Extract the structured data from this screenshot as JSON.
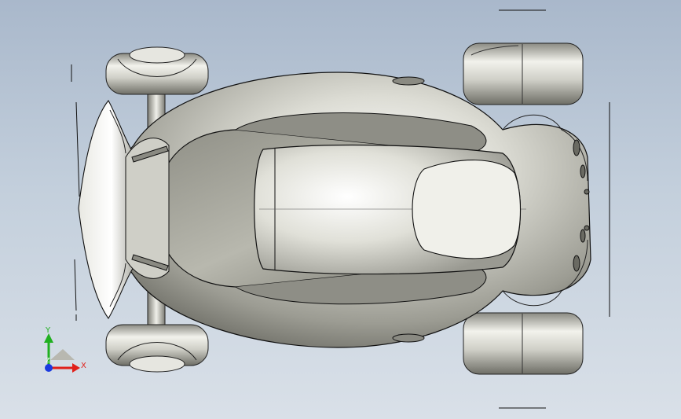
{
  "viewport": {
    "triad": {
      "x_label": "X",
      "y_label": "Y",
      "z_label": "Z",
      "x_color": "#e0201a",
      "y_color": "#20b020",
      "z_color": "#1a3ae0"
    },
    "model": {
      "body_color": "#d6d6cf",
      "edge_color": "#111111"
    }
  }
}
